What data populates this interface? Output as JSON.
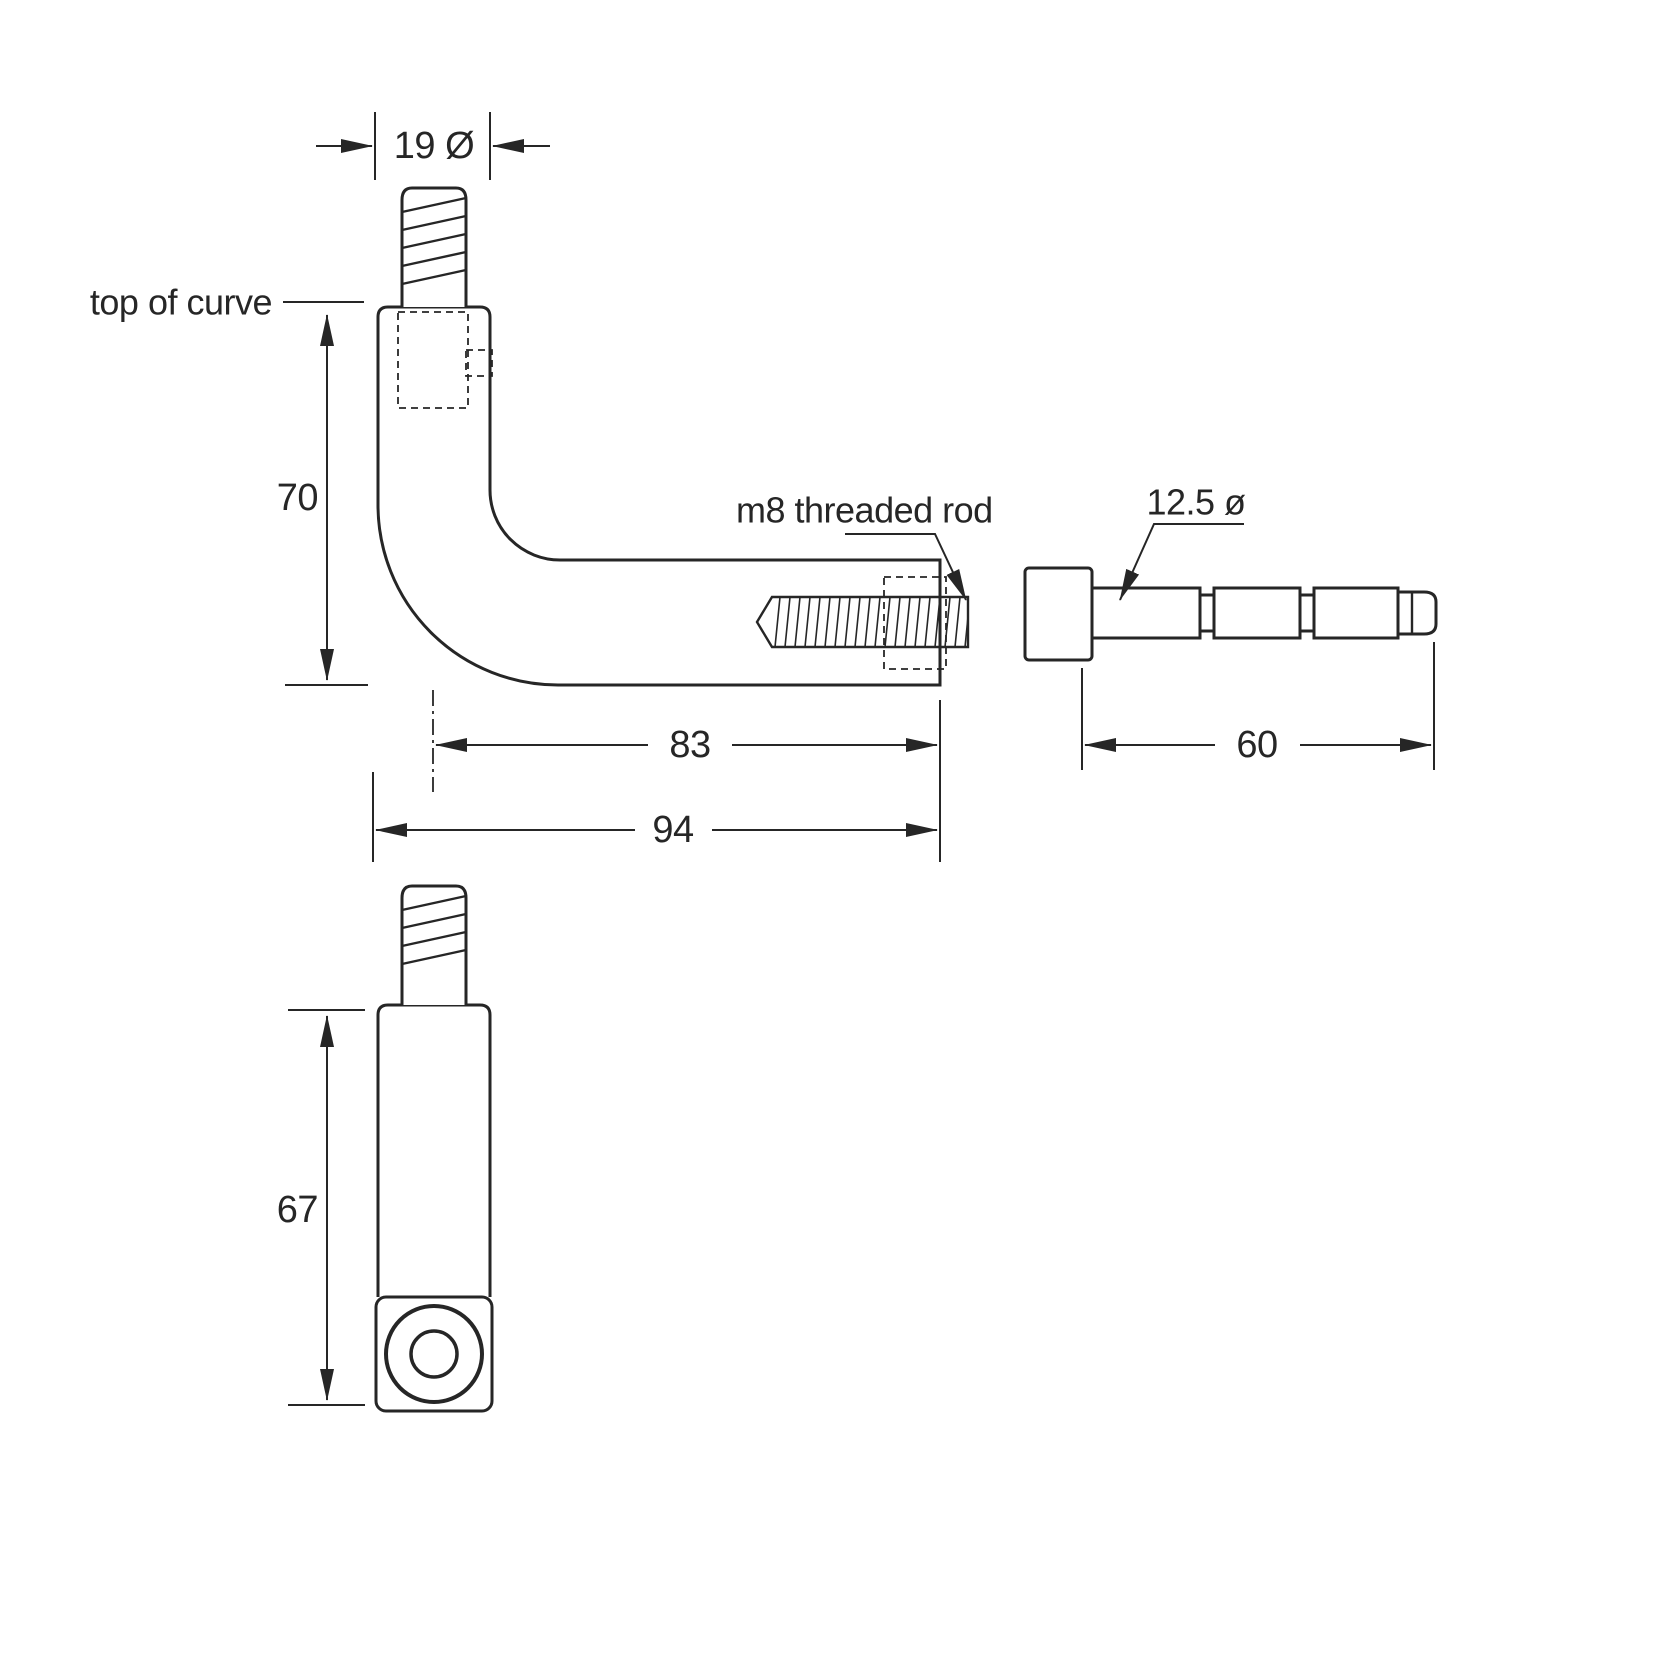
{
  "drawing": {
    "colors": {
      "ink": "#262626",
      "background": "#ffffff"
    },
    "labels": {
      "top_of_curve": "top of curve",
      "m8_threaded_rod": "m8 threaded rod",
      "shaft_diameter": "12.5 ø"
    },
    "dimensions": {
      "stud_diameter": "19 Ø",
      "vertical_height": "70",
      "arm_length_from_center": "83",
      "arm_length_overall": "94",
      "pin_length": "60",
      "front_view_height": "67"
    }
  }
}
